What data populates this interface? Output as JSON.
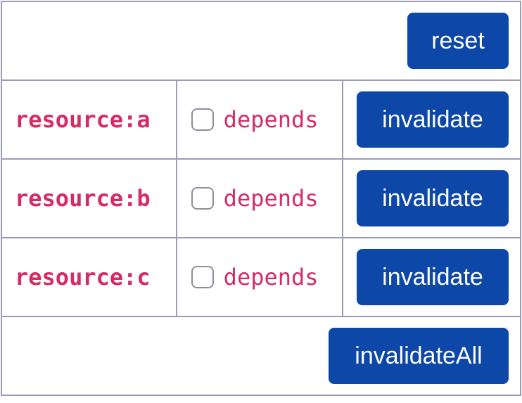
{
  "header": {
    "reset_label": "reset"
  },
  "resources": [
    {
      "name": "resource:a",
      "depends_label": "depends",
      "invalidate_label": "invalidate",
      "checked": false
    },
    {
      "name": "resource:b",
      "depends_label": "depends",
      "invalidate_label": "invalidate",
      "checked": false
    },
    {
      "name": "resource:c",
      "depends_label": "depends",
      "invalidate_label": "invalidate",
      "checked": false
    }
  ],
  "footer": {
    "invalidate_all_label": "invalidateAll"
  },
  "colors": {
    "accent_button": "#0d47a8",
    "resource_text": "#d62b63",
    "border": "#9a9db5"
  }
}
